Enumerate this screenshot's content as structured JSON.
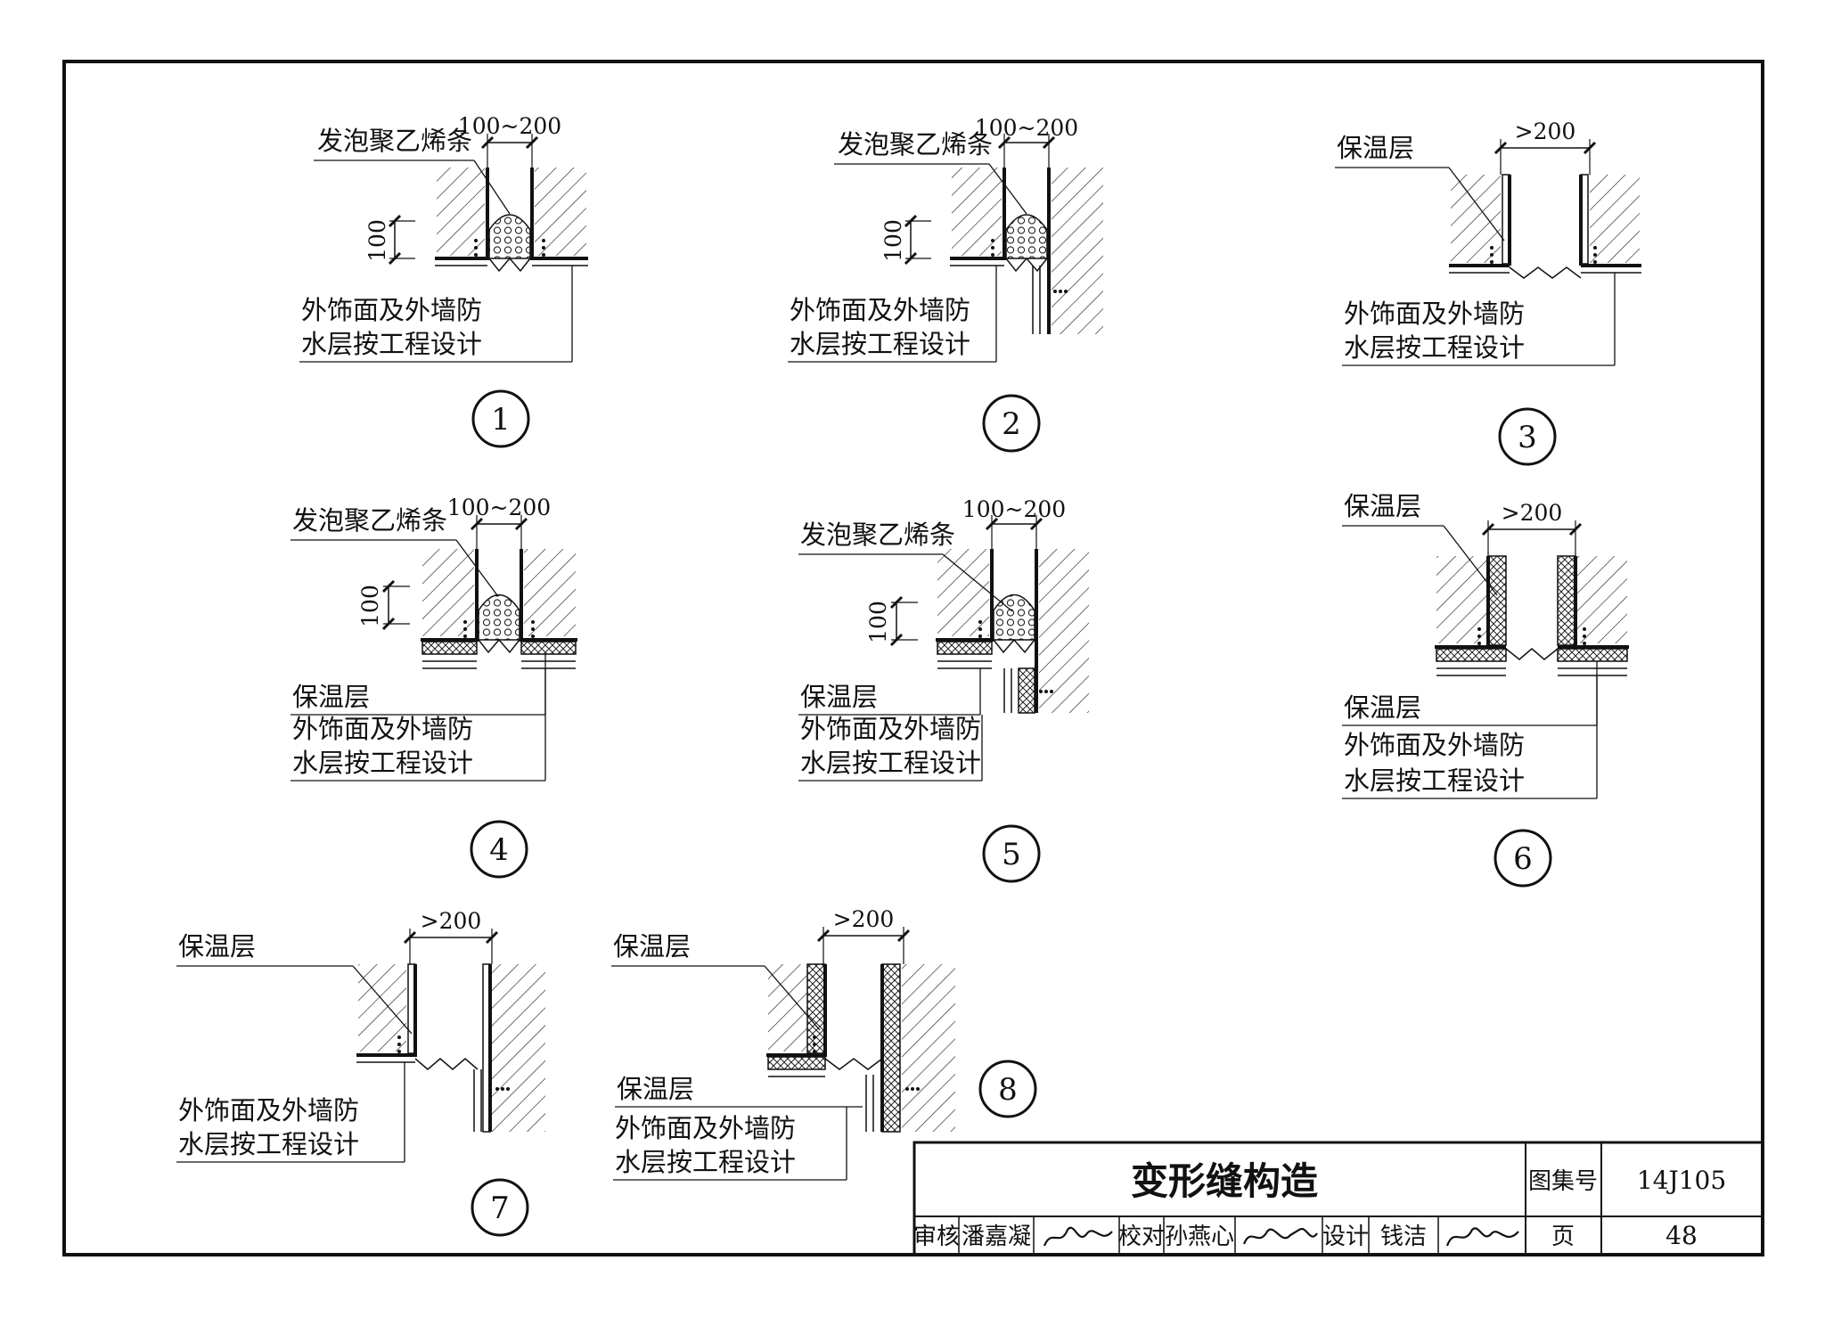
{
  "sheet": {
    "title": "变形缝构造",
    "atlas_label": "图集号",
    "atlas_no": "14J105",
    "page_label": "页",
    "page_no": "48"
  },
  "signoff": {
    "review": "审核",
    "reviewer": "潘嘉凝",
    "check": "校对",
    "checker": "孙燕心",
    "design": "设计",
    "designer": "钱洁"
  },
  "details": [
    {
      "no": "1",
      "dim_width": "100~200",
      "dim_height": "100",
      "labels": [
        "发泡聚乙烯条",
        "外饰面及外墙防",
        "水层按工程设计"
      ]
    },
    {
      "no": "2",
      "dim_width": "100~200",
      "dim_height": "100",
      "labels": [
        "发泡聚乙烯条",
        "外饰面及外墙防",
        "水层按工程设计"
      ]
    },
    {
      "no": "3",
      "dim_width": ">200",
      "labels": [
        "保温层",
        "外饰面及外墙防",
        "水层按工程设计"
      ]
    },
    {
      "no": "4",
      "dim_width": "100~200",
      "dim_height": "100",
      "labels": [
        "发泡聚乙烯条",
        "保温层",
        "外饰面及外墙防",
        "水层按工程设计"
      ]
    },
    {
      "no": "5",
      "dim_width": "100~200",
      "dim_height": "100",
      "labels": [
        "发泡聚乙烯条",
        "保温层",
        "外饰面及外墙防",
        "水层按工程设计"
      ]
    },
    {
      "no": "6",
      "dim_width": ">200",
      "labels": [
        "保温层",
        "保温层",
        "外饰面及外墙防",
        "水层按工程设计"
      ]
    },
    {
      "no": "7",
      "dim_width": ">200",
      "labels": [
        "保温层",
        "外饰面及外墙防",
        "水层按工程设计"
      ]
    },
    {
      "no": "8",
      "dim_width": ">200",
      "labels": [
        "保温层",
        "保温层",
        "外饰面及外墙防",
        "水层按工程设计"
      ]
    }
  ]
}
